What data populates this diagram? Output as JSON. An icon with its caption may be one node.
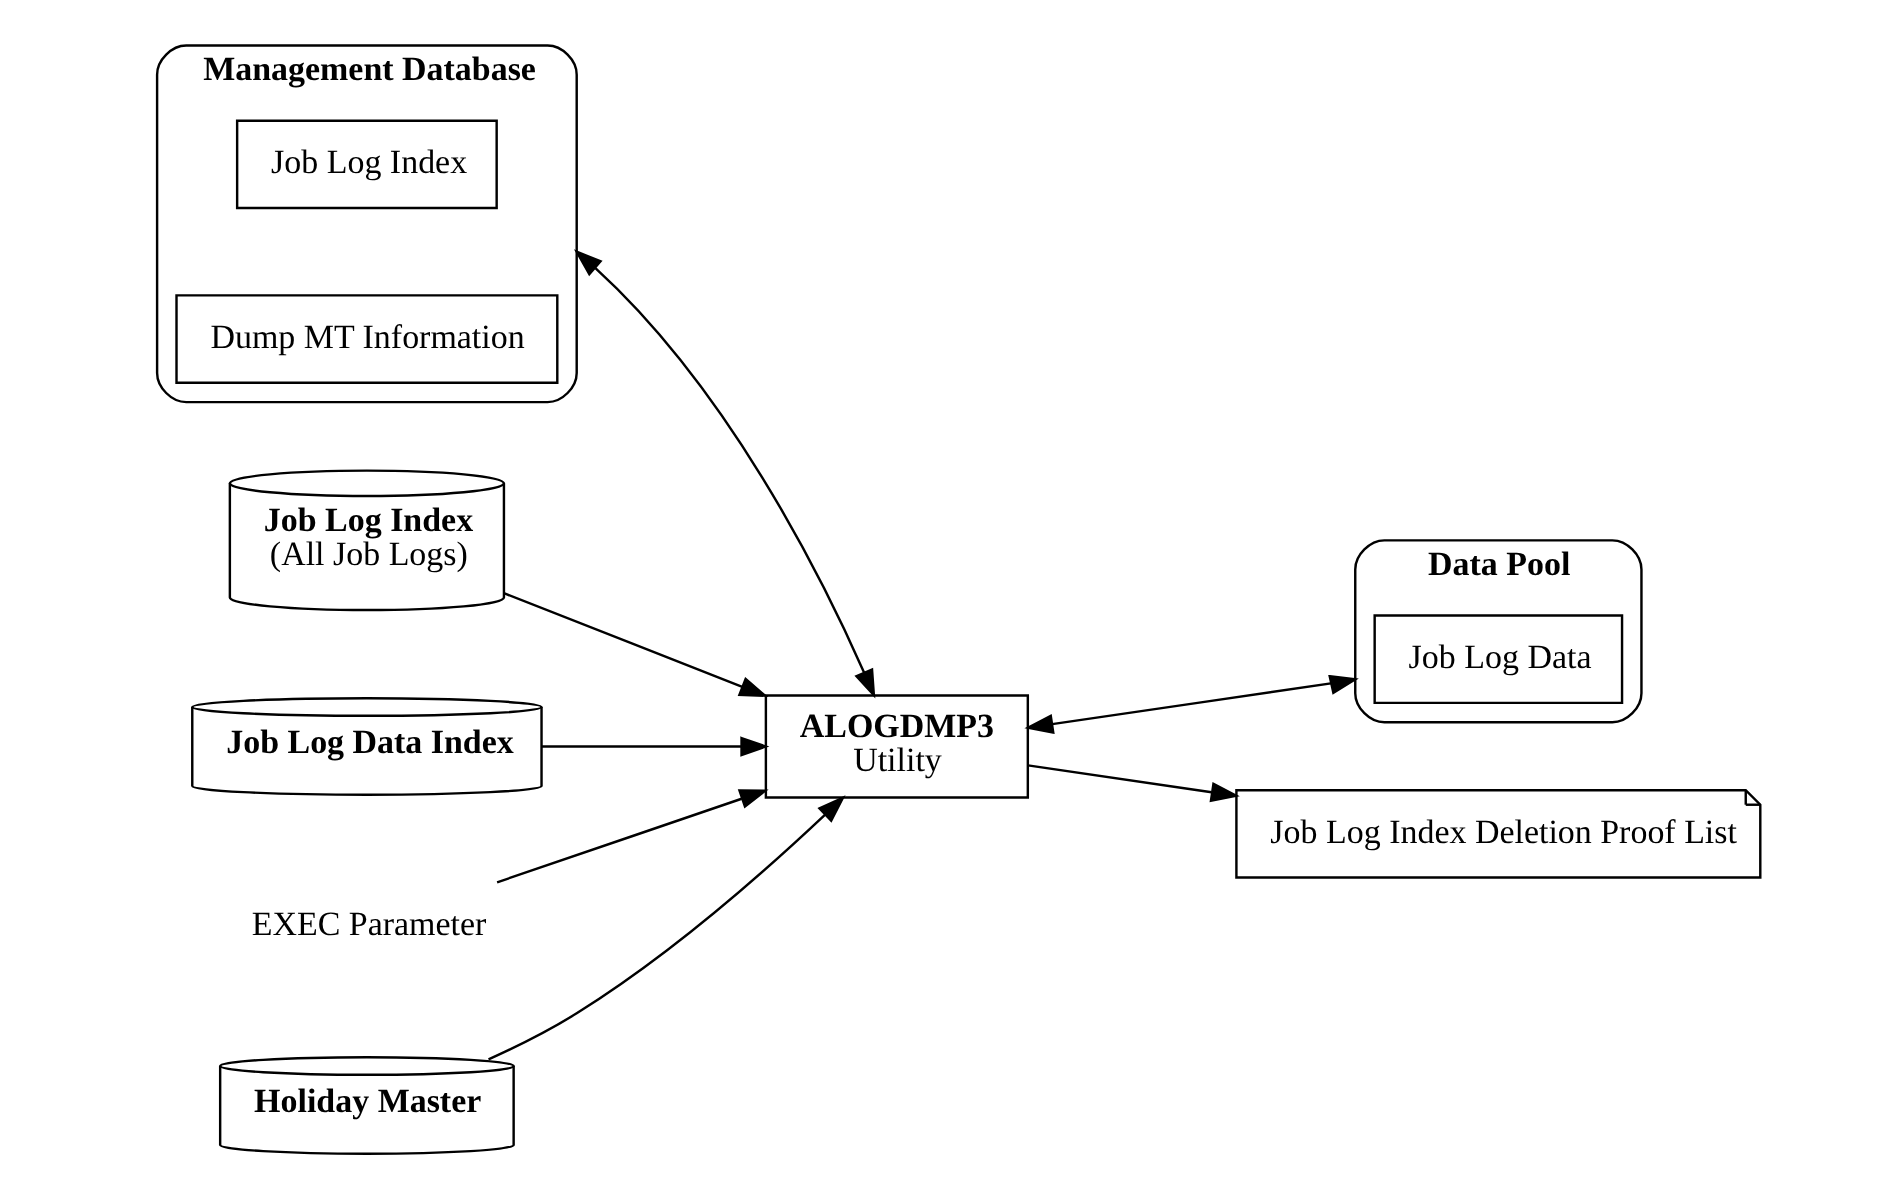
{
  "diagram": {
    "nodes": [
      {
        "text": [
          "Management Database"
        ]
      },
      {
        "text": [
          "Job Log Index"
        ],
        "in": 0
      },
      {
        "text": [
          "Dump MT Information"
        ],
        "in": 0
      },
      {
        "text": [
          "Job Log Index",
          "(All Job Logs)"
        ]
      },
      {
        "text": [
          "Job Log Data Index"
        ]
      },
      {
        "text": [
          "EXEC Parameter"
        ]
      },
      {
        "text": [
          "ALOGDMP3",
          "Utility"
        ]
      },
      {
        "text": [
          "Holiday Master"
        ]
      },
      {
        "text": [
          "Data Pool"
        ]
      },
      {
        "text": [
          "Job Log Data"
        ],
        "in": 8
      },
      {
        "text": [
          "Job Log Index Deletion Proof List"
        ]
      }
    ],
    "edges": [
      {
        "from": 0,
        "to": 6,
        "arrow": "both"
      },
      {
        "from": 5,
        "to": 6,
        "arrow": "to"
      },
      {
        "from": 3,
        "to": 6,
        "arrow": "to"
      },
      {
        "from": 4,
        "to": 6,
        "arrow": "to"
      },
      {
        "from": 7,
        "to": 6,
        "arrow": "to"
      },
      {
        "from": 6,
        "to": 8,
        "arrow": "both"
      },
      {
        "from": 6,
        "to": 10,
        "arrow": "to"
      }
    ]
  }
}
